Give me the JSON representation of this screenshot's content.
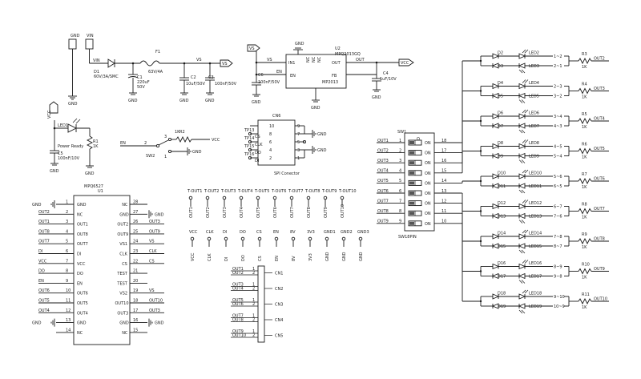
{
  "power": {
    "gnd": "GND",
    "vin": "VIN",
    "vs": "VS",
    "vcc": "VCC",
    "d1_ref": "D1",
    "d1_val": "60V/3A/SMC",
    "f1_ref": "F1",
    "f1_val": "63V/4A",
    "c1_ref": "C1",
    "c1_val1": "220uF",
    "c1_val2": "50V",
    "c2_ref": "C2",
    "c2_val": "10uF/50V",
    "c3_ref": "C3",
    "c3_val": "100nF/50V",
    "u2_ref": "U2",
    "u2_part": "MPQ2013GQ",
    "u2_body": "MP2013",
    "u2_in1": "IN1",
    "u2_out": "OUT",
    "u2_en": "EN",
    "u2_fb": "FB",
    "u2_nc": "NC",
    "u2_gnd": "GND",
    "c6_ref": "C6",
    "c6_val": "100nF/50V",
    "c4_ref": "C4",
    "c4_val": "1uF/10V",
    "vs_pin": "VS",
    "en_pin": "EN",
    "out_pin": "OUT",
    "vcc_net": "VCC"
  },
  "led_ready": {
    "vcc": "VCC",
    "led_ref": "LED1",
    "label": "Power Ready",
    "r_ref": "R1",
    "r_val": "1K",
    "c_ref": "C5",
    "c_val": "100nF/10V",
    "gnd": "GND"
  },
  "spi": {
    "ref": "CN6",
    "title": "SPI Conector",
    "pins_left": [
      "10",
      "8",
      "6",
      "4",
      "2"
    ],
    "pins_right": [
      "9",
      "7",
      "5",
      "3",
      "1"
    ],
    "tp": [
      "TP13",
      "TP14",
      "TP15",
      "TP16"
    ],
    "sig": [
      "CS",
      "CLK",
      "DO",
      "DI"
    ],
    "gnd": "GND",
    "vcc": "VCC"
  },
  "enable": {
    "en": "EN",
    "sw_ref": "SW2",
    "r_ref": "R2",
    "r_val": "1K",
    "vcc": "VCC",
    "gnd": "GND",
    "pins": [
      "2",
      "3",
      "1"
    ]
  },
  "u1": {
    "part": "MPQ6527",
    "ref": "U1",
    "left": [
      {
        "net": "GND",
        "pin": "1",
        "name": "GND"
      },
      {
        "net": "OUT2",
        "pin": "2",
        "name": "NC"
      },
      {
        "net": "OUT1",
        "pin": "3",
        "name": "OUT1"
      },
      {
        "net": "OUT8",
        "pin": "4",
        "name": "OUT8"
      },
      {
        "net": "OUT7",
        "pin": "5",
        "name": "OUT7"
      },
      {
        "net": "DI",
        "pin": "6",
        "name": "DI"
      },
      {
        "net": "VCC",
        "pin": "7",
        "name": "VCC"
      },
      {
        "net": "DO",
        "pin": "8",
        "name": "DO"
      },
      {
        "net": "EN",
        "pin": "9",
        "name": "EN"
      },
      {
        "net": "OUT6",
        "pin": "10",
        "name": "OUT6"
      },
      {
        "net": "OUT5",
        "pin": "11",
        "name": "OUT5"
      },
      {
        "net": "OUT4",
        "pin": "12",
        "name": "OUT4"
      },
      {
        "net": "GND",
        "pin": "13",
        "name": "GND"
      },
      {
        "net": "",
        "pin": "14",
        "name": "NC"
      }
    ],
    "right": [
      {
        "net": "",
        "pin": "28",
        "name": "NC"
      },
      {
        "net": "GND",
        "pin": "27",
        "name": "GND"
      },
      {
        "net": "OUT3",
        "pin": "26",
        "name": "OUT2"
      },
      {
        "net": "OUT9",
        "pin": "25",
        "name": "OUT9"
      },
      {
        "net": "VS",
        "pin": "24",
        "name": "VS1"
      },
      {
        "net": "CLK",
        "pin": "23",
        "name": "CLK"
      },
      {
        "net": "CS",
        "pin": "22",
        "name": "CS"
      },
      {
        "net": "",
        "pin": "21",
        "name": "TEST"
      },
      {
        "net": "",
        "pin": "20",
        "name": "TEST"
      },
      {
        "net": "VS",
        "pin": "19",
        "name": "VS2"
      },
      {
        "net": "OUT10",
        "pin": "18",
        "name": "OUT10"
      },
      {
        "net": "OUT3",
        "pin": "17",
        "name": "OUT3"
      },
      {
        "net": "GND",
        "pin": "16",
        "name": "GND"
      },
      {
        "net": "",
        "pin": "15",
        "name": "NC"
      }
    ]
  },
  "testpoints": {
    "top": [
      "T-OUT1",
      "T-OUT2",
      "T-OUT3",
      "T-OUT4",
      "T-OUT5",
      "T-OUT6",
      "T-OUT7",
      "T-OUT8",
      "T-OUT9",
      "T-OUT10"
    ],
    "top_labels": [
      "OUT1",
      "OUT2",
      "OUT3",
      "OUT4",
      "OUT5",
      "OUT6",
      "OUT7",
      "OUT8",
      "OUT9",
      "OUT10"
    ],
    "mid": [
      "VCC",
      "CLK",
      "DI",
      "DO",
      "CS",
      "EN",
      "8V",
      "3V3",
      "GND1",
      "GND2",
      "GND3"
    ],
    "bot_labels": [
      "VCC",
      "CLK",
      "DI",
      "DO",
      "CS",
      "EN",
      "8V",
      "3V3",
      "GND",
      "GND",
      "GND"
    ]
  },
  "connectors": [
    {
      "ref": "CN1",
      "a": "OUT1",
      "b": "OUT2"
    },
    {
      "ref": "CN2",
      "a": "OUT3",
      "b": "OUT4"
    },
    {
      "ref": "CN3",
      "a": "OUT5",
      "b": "OUT6"
    },
    {
      "ref": "CN4",
      "a": "OUT7",
      "b": "OUT8"
    },
    {
      "ref": "CN5",
      "a": "OUT9",
      "b": "OUT10"
    }
  ],
  "sw1": {
    "ref": "SW1",
    "part": "SW18PIN",
    "on": "ON",
    "nets": [
      "OUT1",
      "OUT2",
      "OUT3",
      "OUT4",
      "OUT5",
      "OUT6",
      "OUT7",
      "OUT8",
      "OUT9"
    ],
    "left_pins": [
      "1",
      "2",
      "3",
      "4",
      "5",
      "6",
      "7",
      "8",
      "9"
    ],
    "right_pins": [
      "18",
      "17",
      "16",
      "15",
      "14",
      "13",
      "12",
      "11",
      "10"
    ],
    "header": "O"
  },
  "outputs": [
    {
      "da": "D2",
      "db": "D3",
      "la": "LED2",
      "lb": "LED3",
      "j": "1~2",
      "k": "2~1",
      "r": "R3",
      "rv": "1K",
      "out": "OUT2"
    },
    {
      "da": "D4",
      "db": "D5",
      "la": "LED4",
      "lb": "LED5",
      "j": "2~3",
      "k": "3~2",
      "r": "R4",
      "rv": "1K",
      "out": "OUT3"
    },
    {
      "da": "D6",
      "db": "D7",
      "la": "LED6",
      "lb": "LED7",
      "j": "3~4",
      "k": "4~3",
      "r": "R5",
      "rv": "1K",
      "out": "OUT4"
    },
    {
      "da": "D8",
      "db": "D9",
      "la": "LED8",
      "lb": "LED9",
      "j": "4~5",
      "k": "5~4",
      "r": "R6",
      "rv": "1K",
      "out": "OUT5"
    },
    {
      "da": "D10",
      "db": "D11",
      "la": "LED10",
      "lb": "LED11",
      "j": "5~6",
      "k": "6~5",
      "r": "R7",
      "rv": "1K",
      "out": "OUT6"
    },
    {
      "da": "D12",
      "db": "D13",
      "la": "LED12",
      "lb": "LED13",
      "j": "6~7",
      "k": "7~6",
      "r": "R8",
      "rv": "1K",
      "out": "OUT7"
    },
    {
      "da": "D14",
      "db": "D15",
      "la": "LED14",
      "lb": "LED15",
      "j": "7~8",
      "k": "8~7",
      "r": "R9",
      "rv": "1K",
      "out": "OUT8"
    },
    {
      "da": "D16",
      "db": "D17",
      "la": "LED16",
      "lb": "LED17",
      "j": "8~9",
      "k": "9~8",
      "r": "R10",
      "rv": "1K",
      "out": "OUT9"
    },
    {
      "da": "D18",
      "db": "D19",
      "la": "LED18",
      "lb": "LED19",
      "j": "9~10",
      "k": "10~9",
      "r": "R11",
      "rv": "1K",
      "out": "OUT10"
    }
  ]
}
